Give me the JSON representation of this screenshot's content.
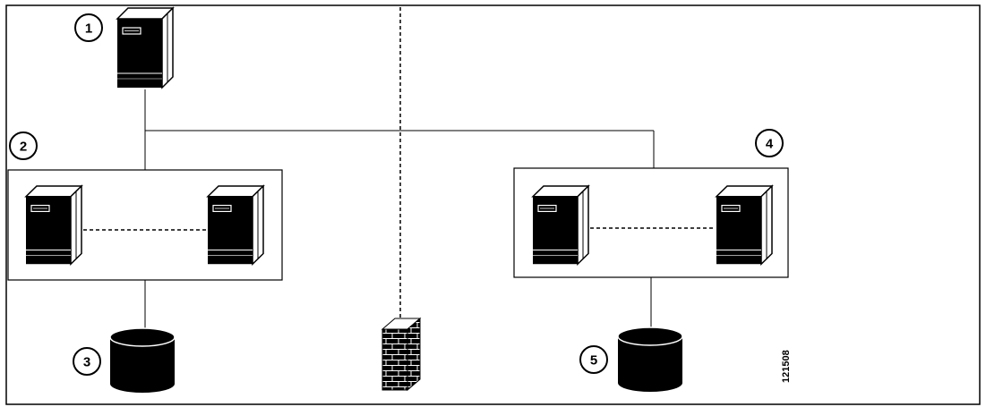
{
  "diagram": {
    "callouts": [
      "1",
      "2",
      "3",
      "4",
      "5"
    ],
    "figure_id": "121508",
    "components": {
      "top_server": "server-icon",
      "left_cluster": [
        "server-icon",
        "server-icon"
      ],
      "right_cluster": [
        "server-icon",
        "server-icon"
      ],
      "left_storage": "database-icon",
      "right_storage": "database-icon",
      "firewall": "firewall-icon"
    },
    "colors": {
      "line": "#000000",
      "fill": "#000000",
      "background": "#ffffff"
    }
  }
}
